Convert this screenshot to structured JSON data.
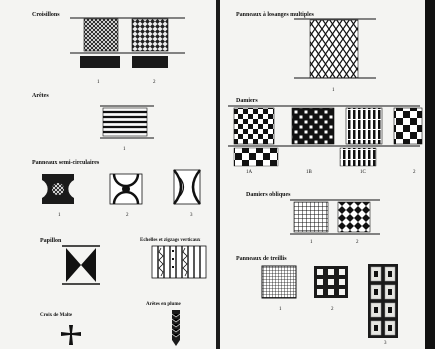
{
  "left": {
    "croisillons": {
      "title": "Croisillons",
      "nums": [
        "1",
        "2"
      ]
    },
    "aretes": {
      "title": "Arêtes",
      "nums": [
        "1"
      ]
    },
    "semi": {
      "title": "Panneaux semi-circulaires",
      "nums": [
        "1",
        "2",
        "3"
      ]
    },
    "papillon": {
      "title": "Papillon"
    },
    "echelles": {
      "title": "Echelles et zigzags verticaux"
    },
    "croix": {
      "title": "Croix de Malte"
    },
    "plume": {
      "title": "Arêtes en plume"
    }
  },
  "right": {
    "losanges": {
      "title": "Panneaux à losanges multiples",
      "nums": [
        "1"
      ]
    },
    "damiers": {
      "title": "Damiers",
      "nums": [
        "1A",
        "1B",
        "1C",
        "2"
      ]
    },
    "obliques": {
      "title": "Damiers obliques",
      "nums": [
        "1",
        "2"
      ]
    },
    "treillis": {
      "title": "Panneaux de treillis",
      "nums": [
        "1",
        "2",
        "3"
      ]
    }
  }
}
